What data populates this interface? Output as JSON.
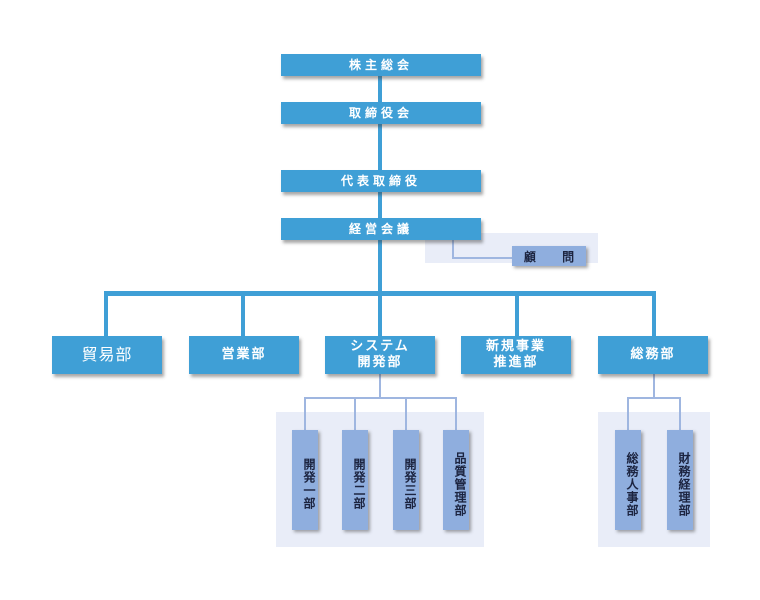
{
  "executive": {
    "shareholders": "株主総会",
    "board": "取締役会",
    "representative": "代表取締役",
    "management_meeting": "経営会議"
  },
  "advisor": "顧 問",
  "departments": {
    "trade": "貿易部",
    "sales": "営業部",
    "system_dev_line1": "システム",
    "system_dev_line2": "開発部",
    "new_biz_line1": "新規事業",
    "new_biz_line2": "推進部",
    "general_affairs": "総務部"
  },
  "dev_sub": [
    "開発一部",
    "開発二部",
    "開発三部",
    "品質管理部"
  ],
  "ga_sub": [
    "総務人事部",
    "財務経理部"
  ]
}
